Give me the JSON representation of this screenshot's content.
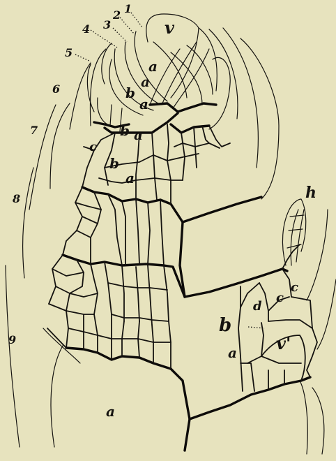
{
  "figure": {
    "paper_color": "#e7e3be",
    "ink_color": "#151310",
    "leaf_numbers": [
      "1",
      "2",
      "3",
      "4",
      "5",
      "6",
      "7",
      "8",
      "9"
    ],
    "cell_labels": {
      "v": "v",
      "v_prime": "v'",
      "a": "a",
      "b": "b",
      "c": "c",
      "d": "d",
      "h": "h"
    }
  }
}
